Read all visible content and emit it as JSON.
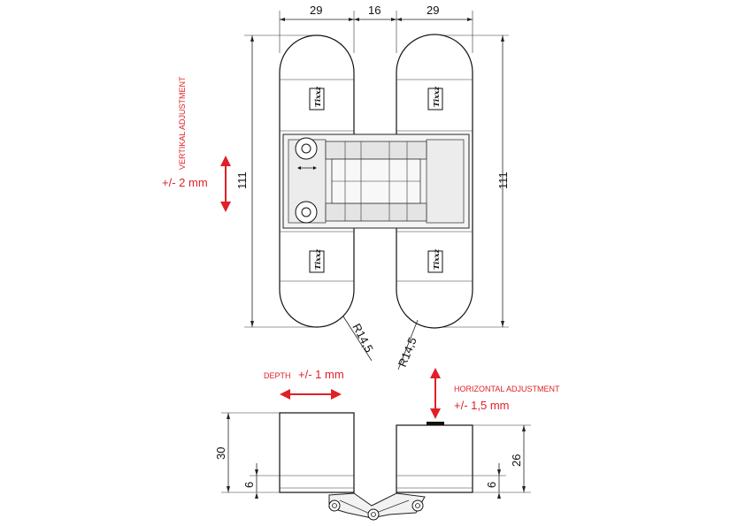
{
  "dimensions": {
    "top_width_left": "29",
    "top_width_gap": "16",
    "top_width_right": "29",
    "height_left": "111",
    "height_right": "111",
    "radius_left": "R14,5",
    "radius_right": "R14,5",
    "depth_left": "30",
    "depth_left_small": "6",
    "depth_right": "26",
    "depth_right_small": "6"
  },
  "annotations": {
    "vertical_title": "VERTIKAL ADJUSTMENT",
    "vertical_value": "+/- 2 mm",
    "depth_title": "DEPTH",
    "depth_value": "+/- 1 mm",
    "horizontal_title": "HORIZONTAL ADJUSTMENT",
    "horizontal_value": "+/- 1,5 mm"
  },
  "logo_text": "Tixxz",
  "colors": {
    "annotation": "#e01f26",
    "outline": "#111111"
  }
}
